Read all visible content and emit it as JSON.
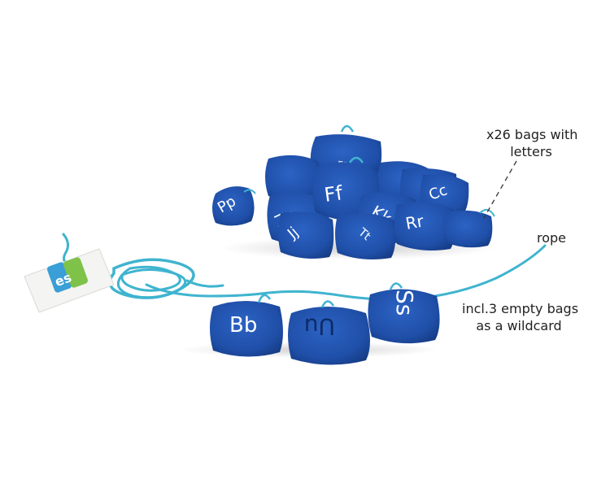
{
  "annotations": {
    "bags_line1": "x26 bags with",
    "bags_line2": "letters",
    "rope": "rope",
    "empty_line1": "incl.3 empty bags",
    "empty_line2": "as a wildcard"
  },
  "hanging_bags": [
    "Bb",
    "Uu",
    "Ss"
  ],
  "pile_bags": [
    "Pp",
    "Ff",
    "Kk",
    "Zz",
    "Jj",
    "Rr"
  ],
  "tag_mark": "es",
  "colors": {
    "bag_blue": "#1f4fa8",
    "bag_shadow": "#163c85",
    "rope_turquoise": "#3fb4cf",
    "tag_green": "#7fc24a",
    "tag_blue": "#3a9fd6"
  }
}
